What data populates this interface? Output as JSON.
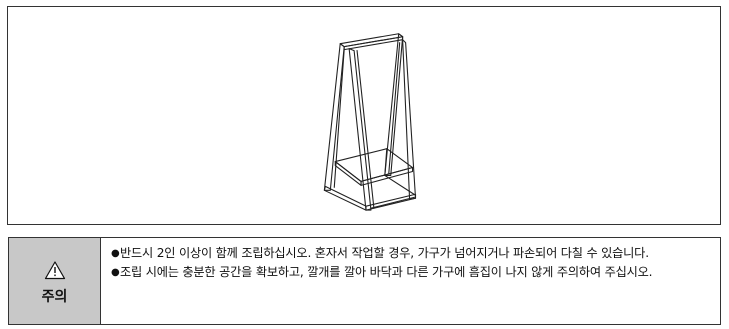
{
  "caution": {
    "label": "주의",
    "icon": "warning-triangle-icon",
    "bullet_glyph": "●",
    "items": [
      "반드시 2인 이상이 함께 조립하십시오. 혼자서 작업할 경우, 가구가 넘어지거나 파손되어 다칠 수 있습니다.",
      "조립 시에는 충분한 공간을 확보하고, 깔개를 깔아 바닥과 다른 가구에 흠집이 나지 않게 주의하여 주십시오."
    ],
    "label_background": "#c8c8c8"
  }
}
